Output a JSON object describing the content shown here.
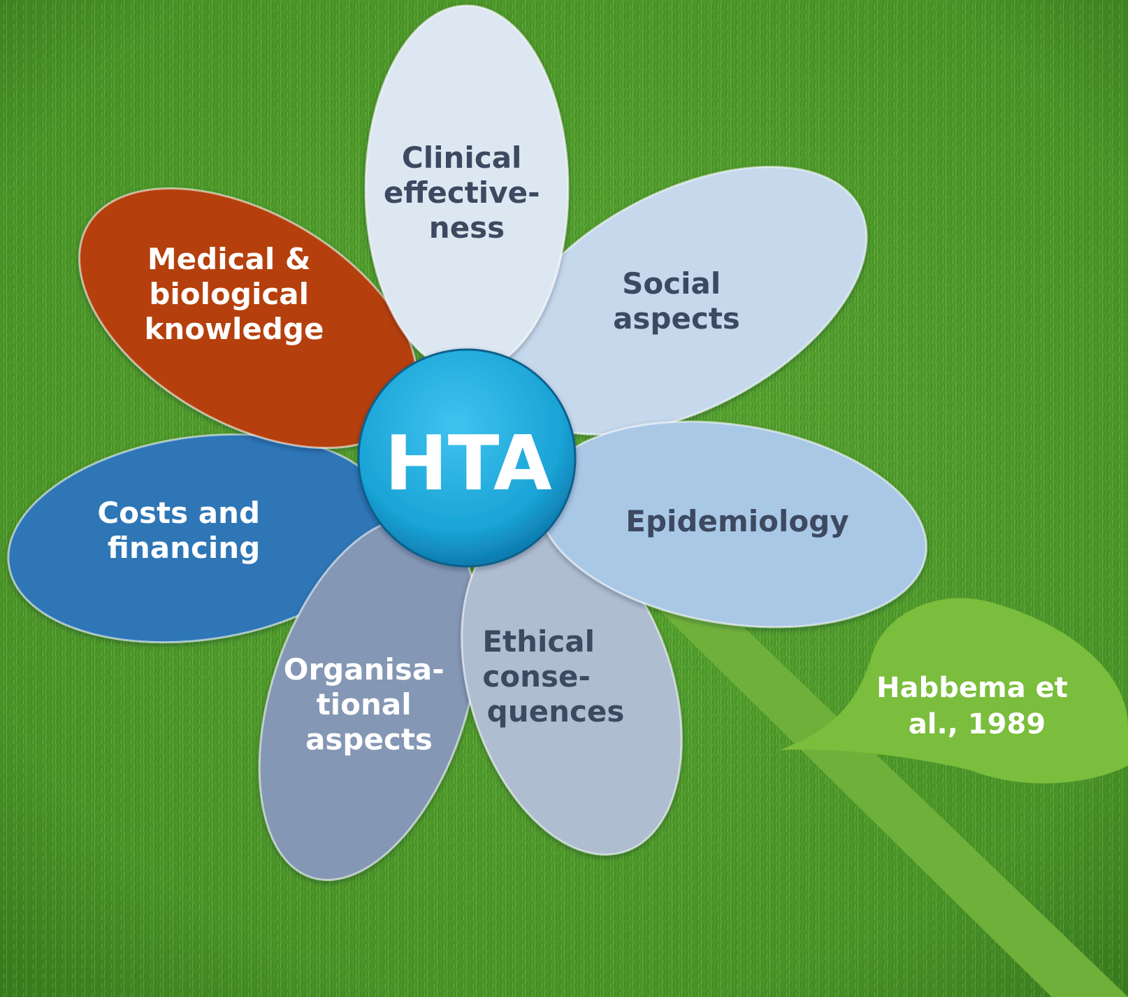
{
  "diagram": {
    "center": {
      "label": "HTA"
    },
    "petals": [
      {
        "id": "clinical",
        "lines": [
          "Clinical",
          "effective-",
          "ness"
        ],
        "fill": "#dde7f2",
        "text_color": "#3c4a60"
      },
      {
        "id": "social",
        "lines": [
          "Social",
          "aspects"
        ],
        "fill": "#c6d9ec",
        "text_color": "#3c4a60"
      },
      {
        "id": "epidemiology",
        "lines": [
          "Epidemiology"
        ],
        "fill": "#a9c8e6",
        "text_color": "#3c4a60"
      },
      {
        "id": "ethical",
        "lines": [
          "Ethical",
          "conse-",
          "quences"
        ],
        "fill": "#aebdd0",
        "text_color": "#3c4a60"
      },
      {
        "id": "organisational",
        "lines": [
          "Organisa-",
          "tional",
          "aspects"
        ],
        "fill": "#8497b4",
        "text_color": "#ffffff"
      },
      {
        "id": "costs",
        "lines": [
          "Costs and",
          "financing"
        ],
        "fill": "#2f76b6",
        "text_color": "#ffffff"
      },
      {
        "id": "medical",
        "lines": [
          "Medical &",
          "biological",
          "knowledge"
        ],
        "fill": "#b5400f",
        "text_color": "#ffffff"
      }
    ],
    "leaf": {
      "lines": [
        "Habbema et",
        "al., 1989"
      ]
    }
  },
  "colors": {
    "grass": "#4f9a2a",
    "grass_dark": "#2f6e18",
    "stem": "#6fb03a",
    "leaf": "#7bbd3c",
    "center": "#1aa3d6",
    "center_dark": "#0a6ea0"
  }
}
